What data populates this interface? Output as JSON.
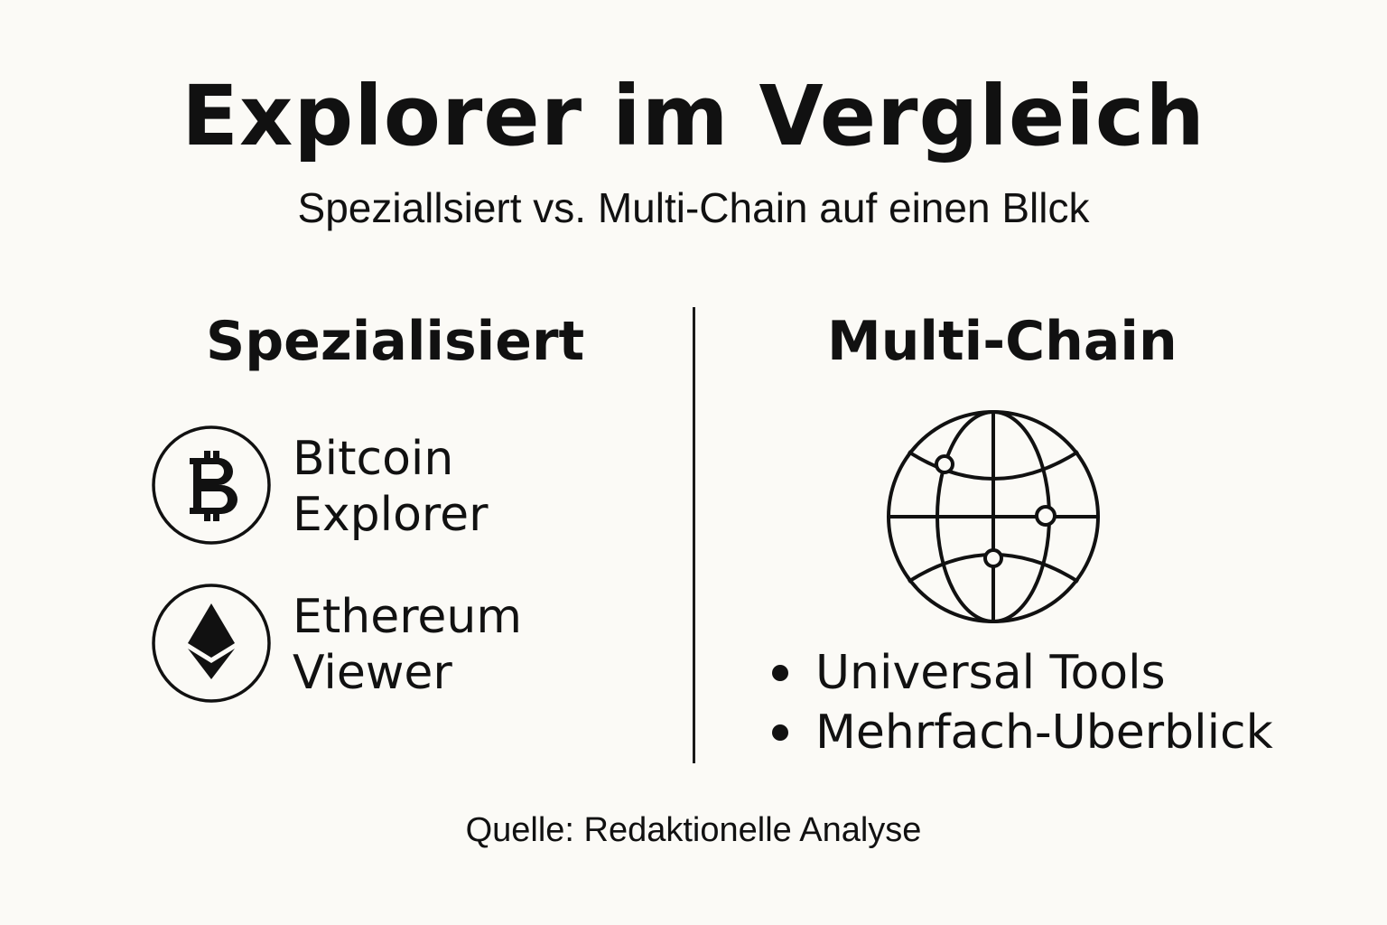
{
  "header": {
    "title": "Explorer im Vergleich",
    "subtitle": "Speziallsiert vs. Multi-Chain auf einen Bllck"
  },
  "left_column": {
    "heading": "Spezialisiert",
    "items": [
      {
        "icon": "bitcoin-icon",
        "label": "Bitcoin\nExplorer"
      },
      {
        "icon": "ethereum-icon",
        "label": "Ethereum\nViewer"
      }
    ]
  },
  "right_column": {
    "heading": "Multi-Chain",
    "icon": "globe-network-icon",
    "bullets": [
      "Universal Tools",
      "Mehrfach-Uberblick"
    ]
  },
  "footer": {
    "source": "Quelle: Redaktionelle Analyse"
  },
  "colors": {
    "background": "#fbfaf6",
    "foreground": "#111111"
  }
}
